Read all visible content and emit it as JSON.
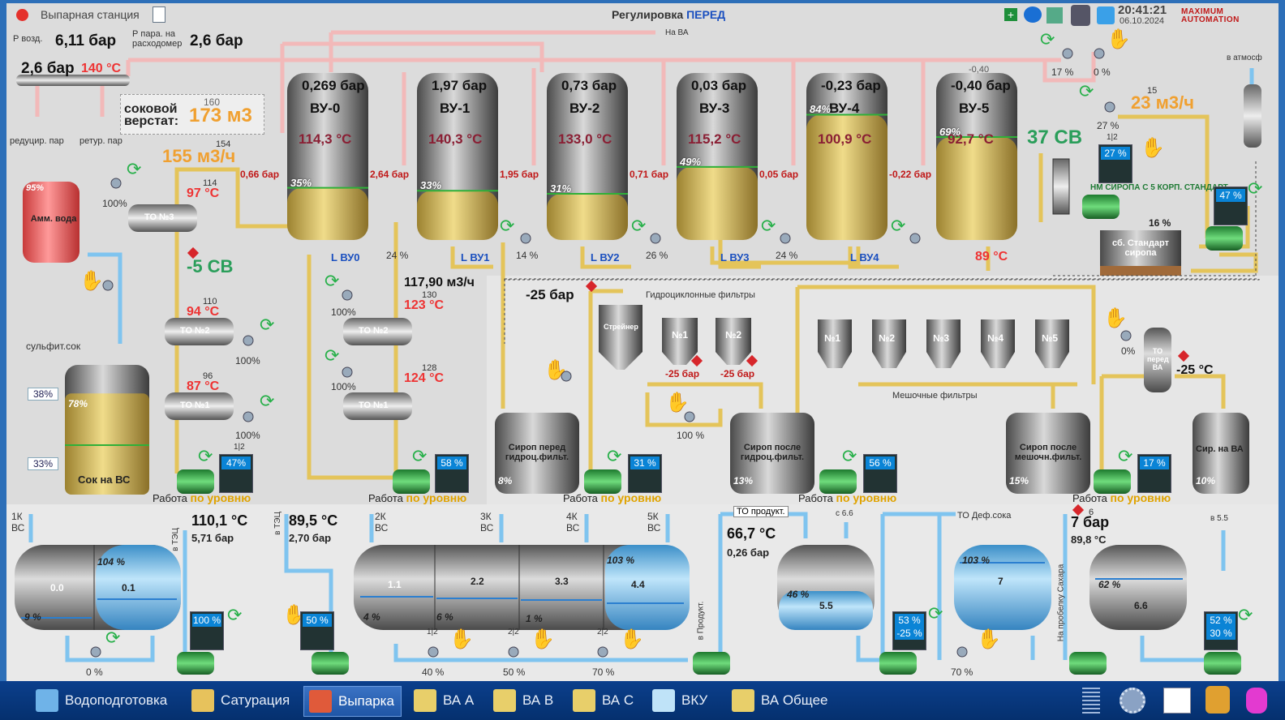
{
  "titlebar": {
    "app_name": "Выпарная станция",
    "center_title": "Регулировка",
    "center_mode": "ПЕРЕД",
    "time": "20:41:21",
    "date": "06.10.2024",
    "logo_text": "MAXIMUM AUTOMATION"
  },
  "header": {
    "p_air_label": "Р возд.",
    "p_air_value": "6,11 бар",
    "p_steam_label": "Р пара. на расходомер",
    "p_steam_value": "2,6 бар",
    "steam_pipe_pressure": "2,6 бар",
    "steam_pipe_temp": "140 °C",
    "reduced_steam": "редуцир. пар",
    "return_steam": "ретур. пар",
    "to_va": "На ВА",
    "to_atm": "в атмосф"
  },
  "juice_table": {
    "label": "соковой верстат:",
    "value": "173 м3",
    "setpoint": "160"
  },
  "evaporators": [
    {
      "name": "ВУ-0",
      "pressure": "0,269 бар",
      "temp": "114,3 °C",
      "level": "35%",
      "level_frac": 0.35,
      "out_pressure": "0,66 бар",
      "level_tag": "L ВУ0"
    },
    {
      "name": "ВУ-1",
      "pressure": "1,97 бар",
      "temp": "140,3 °C",
      "level": "33%",
      "level_frac": 0.33,
      "out_pressure": "2,64 бар",
      "level_tag": "L ВУ1",
      "valve_pct": "24 %"
    },
    {
      "name": "ВУ-2",
      "pressure": "0,73 бар",
      "temp": "133,0 °C",
      "level": "31%",
      "level_frac": 0.31,
      "out_pressure": "1,95 бар",
      "level_tag": "L ВУ2",
      "valve_pct": "14 %"
    },
    {
      "name": "ВУ-3",
      "pressure": "0,03 бар",
      "temp": "115,2 °C",
      "level": "49%",
      "level_frac": 0.49,
      "out_pressure": "0,71 бар",
      "level_tag": "L ВУ3",
      "valve_pct": "26 %"
    },
    {
      "name": "ВУ-4",
      "pressure": "-0,23 бар",
      "temp": "100,9 °C",
      "level": "84%",
      "level_frac": 0.84,
      "out_pressure": "0,05 бар",
      "level_tag": "L ВУ4",
      "valve_pct": "24 %"
    },
    {
      "name": "ВУ-5",
      "pressure": "-0,40 бар",
      "temp": "92,7 °C",
      "level": "69%",
      "level_frac": 0.69,
      "out_pressure": "-0,22 бар",
      "setpoint": "-0,40",
      "out_temp": "89 °C"
    }
  ],
  "left_section": {
    "flow": "155 м3/ч",
    "flow_sp": "154",
    "t1_sp": "114",
    "t1": "97 °C",
    "amm_label": "Амм. вода",
    "amm_level": "95%",
    "valve1_pct": "100%",
    "to3": "ТО №3",
    "sv": "-5 СВ",
    "t2_sp": "110",
    "t2": "94 °C",
    "to2": "ТО №2",
    "valve2_pct": "100%",
    "t3_sp": "96",
    "t3": "87 °C",
    "to1": "ТО №1",
    "valve3_pct": "100%",
    "sulfite": "сульфит.сок",
    "tank_label": "Сок на ВС",
    "tank_level": "78%",
    "tank_level_frac": 0.78,
    "sp_high": "38%",
    "sp_low": "33%",
    "pump_ratio": "1|2",
    "pump_val": "47%",
    "work_label": "Работа",
    "work_mode": "по уровню"
  },
  "mid_section": {
    "flow": "117,90 м3/ч",
    "t1_sp": "130",
    "t1": "123 °C",
    "to2": "ТО №2",
    "valve1_pct": "100%",
    "t2_sp": "128",
    "t2": "124 °C",
    "to1": "ТО №1",
    "valve2_pct": "100%",
    "pump_val": "58 %",
    "work_label": "Работа",
    "work_mode": "по уровню"
  },
  "filters": {
    "pressure": "-25 бар",
    "hydro_title": "Гидроциклонные фильтры",
    "strainer": "Стрейнер",
    "f1": "№1",
    "f2": "№2",
    "f1_p": "-25 бар",
    "f2_p": "-25 бар",
    "valve_pct": "100 %",
    "tank1_label": "Сироп перед гидроц.фильт.",
    "tank1_level": "8%",
    "tank1_frac": 0.08,
    "pump1_val": "31 %",
    "tank2_label": "Сироп после гидроц.фильт.",
    "tank2_level": "13%",
    "tank2_frac": 0.13,
    "pump2_val": "56 %",
    "bag_title": "Мешочные фильтры",
    "bags": [
      "№1",
      "№2",
      "№3",
      "№4",
      "№5"
    ],
    "tank3_label": "Сироп после мешочн.фильт.",
    "tank3_level": "15%",
    "tank3_frac": 0.15,
    "pump3_val": "17 %",
    "work_label": "Работа",
    "work_mode": "по уровню"
  },
  "right_section": {
    "flow": "23 м3/ч",
    "flow_sp": "15",
    "valve_o_pct": "17 %",
    "valve_p_pct": "0 %",
    "valve_top_pct": "27 %",
    "ratio": "1|2",
    "box_val": "27 %",
    "sv": "37 СВ",
    "syrup_label": "НМ СИРОПА С 5 КОРП. СТАНДАРТ",
    "box2_val": "47 %",
    "tank_label": "сб. Стандарт сиропа",
    "tank_pct": "16 %",
    "to_label": "ТО перед ВА",
    "to_temp": "-25 °C",
    "valve2_pct": "0%",
    "tank2_label": "Сир. на ВА",
    "tank2_level": "10%",
    "tank2_frac": 0.1
  },
  "bottom": {
    "bc1": "1К ВС",
    "to_tec": "в ТЭЦ",
    "t1": "110,1 °C",
    "p1": "5,71 бар",
    "tank00": "0.0",
    "tank01": "0.1",
    "lvl00": "9 %",
    "lvl01": "104 %",
    "box1": "100 %",
    "valve1_pct": "0 %",
    "t2": "89,5 °C",
    "p2": "2,70 бар",
    "box2": "50 %",
    "bc2": "2К ВС",
    "bc3": "3К ВС",
    "bc4": "4К ВС",
    "bc5": "5К ВС",
    "t11": "1.1",
    "t22": "2.2",
    "t33": "3.3",
    "t44": "4.4",
    "lvl11": "4 %",
    "lvl22": "6 %",
    "lvl33": "1 %",
    "lvl44": "103 %",
    "v1_ratio": "1|2",
    "v1_pct": "40 %",
    "v2_ratio": "2|2",
    "v2_pct": "50 %",
    "v3_ratio": "2|2",
    "v3_pct": "70 %",
    "to_product": "ТО продукт.",
    "to_product_vert": "в Продукт.",
    "t3": "66,7 °C",
    "p3": "0,26 бар",
    "c66": "с 6.6",
    "t55": "5.5",
    "lvl55": "46 %",
    "box3": "53 %",
    "box3b": "-25 %",
    "to_def": "ТО Деф.сока",
    "t7": "7",
    "lvl7": "103 %",
    "valve4_pct": "70 %",
    "p7": "7 бар",
    "p7_sp": "6",
    "t7temp": "89,8 °C",
    "sample": "На пробелку Сахара",
    "b55": "в 5.5",
    "t66": "6.6",
    "lvl66": "62 %",
    "box4": "52 %",
    "box4b": "30 %"
  },
  "taskbar": {
    "items": [
      "Водоподготовка",
      "Сатурация",
      "Выпарка",
      "ВА А",
      "ВА В",
      "ВА С",
      "ВКУ",
      "ВА Общее"
    ],
    "active": "Выпарка"
  },
  "colors": {
    "steam": "#f5c4c4",
    "syrup": "#e8c95a",
    "water": "#79c3ef",
    "tank_dark": "#5a5a5a",
    "accent_blue": "#1a4fbf",
    "alarm": "#e33333",
    "flow_orange": "#f0a030",
    "green_ok": "#2a9e5a"
  }
}
